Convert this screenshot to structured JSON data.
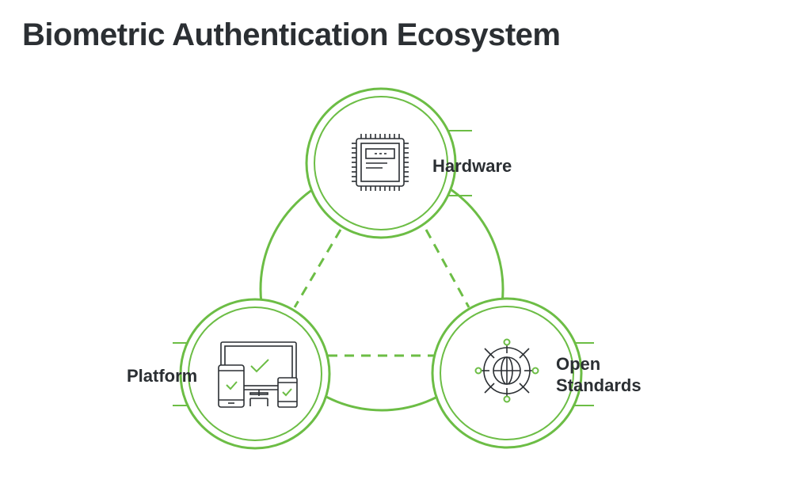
{
  "title": "Biometric Authentication Ecosystem",
  "nodes": [
    {
      "id": "hardware",
      "label": "Hardware",
      "icon": "chip-icon"
    },
    {
      "id": "platform",
      "label": "Platform",
      "icon": "devices-icon"
    },
    {
      "id": "standards",
      "label_lines": [
        "Open",
        "Standards"
      ],
      "icon": "globe-network-icon"
    }
  ],
  "colors": {
    "green": "#6cbd45",
    "dark": "#2b2f33"
  }
}
